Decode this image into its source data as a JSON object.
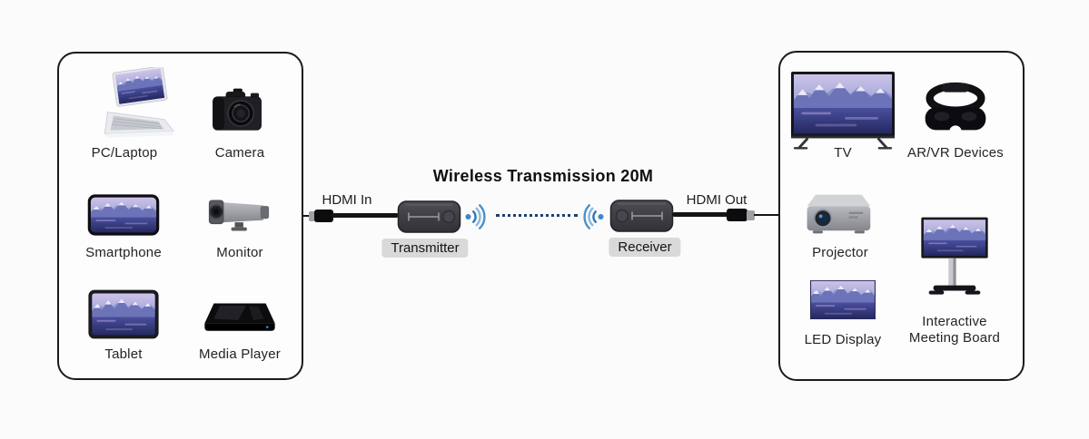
{
  "title": "Wireless Transmission 20M",
  "sources": {
    "items": [
      {
        "label": "PC/Laptop",
        "icon": "laptop-icon"
      },
      {
        "label": "Camera",
        "icon": "dslr-camera-icon"
      },
      {
        "label": "Smartphone",
        "icon": "smartphone-icon"
      },
      {
        "label": "Monitor",
        "icon": "surveillance-camera-icon"
      },
      {
        "label": "Tablet",
        "icon": "tablet-icon"
      },
      {
        "label": "Media Player",
        "icon": "media-player-box-icon"
      }
    ]
  },
  "displays": {
    "items": [
      {
        "label": "TV",
        "icon": "tv-icon"
      },
      {
        "label": "AR/VR Devices",
        "icon": "vr-headset-icon"
      },
      {
        "label": "Projector",
        "icon": "projector-icon"
      },
      {
        "label": "LED Display",
        "icon": "led-display-icon"
      },
      {
        "label": "Interactive Meeting Board",
        "icon": "interactive-meeting-board-icon"
      }
    ]
  },
  "link": {
    "hdmi_in": "HDMI In",
    "hdmi_out": "HDMI Out",
    "transmitter": "Transmitter",
    "receiver": "Receiver",
    "wifi_icon": "wifi-signal-icon"
  },
  "colors": {
    "wifi_dark_blue": "#2e74b5",
    "wifi_light_blue": "#8ab6dc",
    "wifi_mid_blue": "#4a90c8",
    "dotted_link_blue": "#1d3f6e",
    "device_grey": "#3e3e44",
    "chip_grey": "#d9d9d9",
    "outline_black": "#1a1a1c"
  }
}
